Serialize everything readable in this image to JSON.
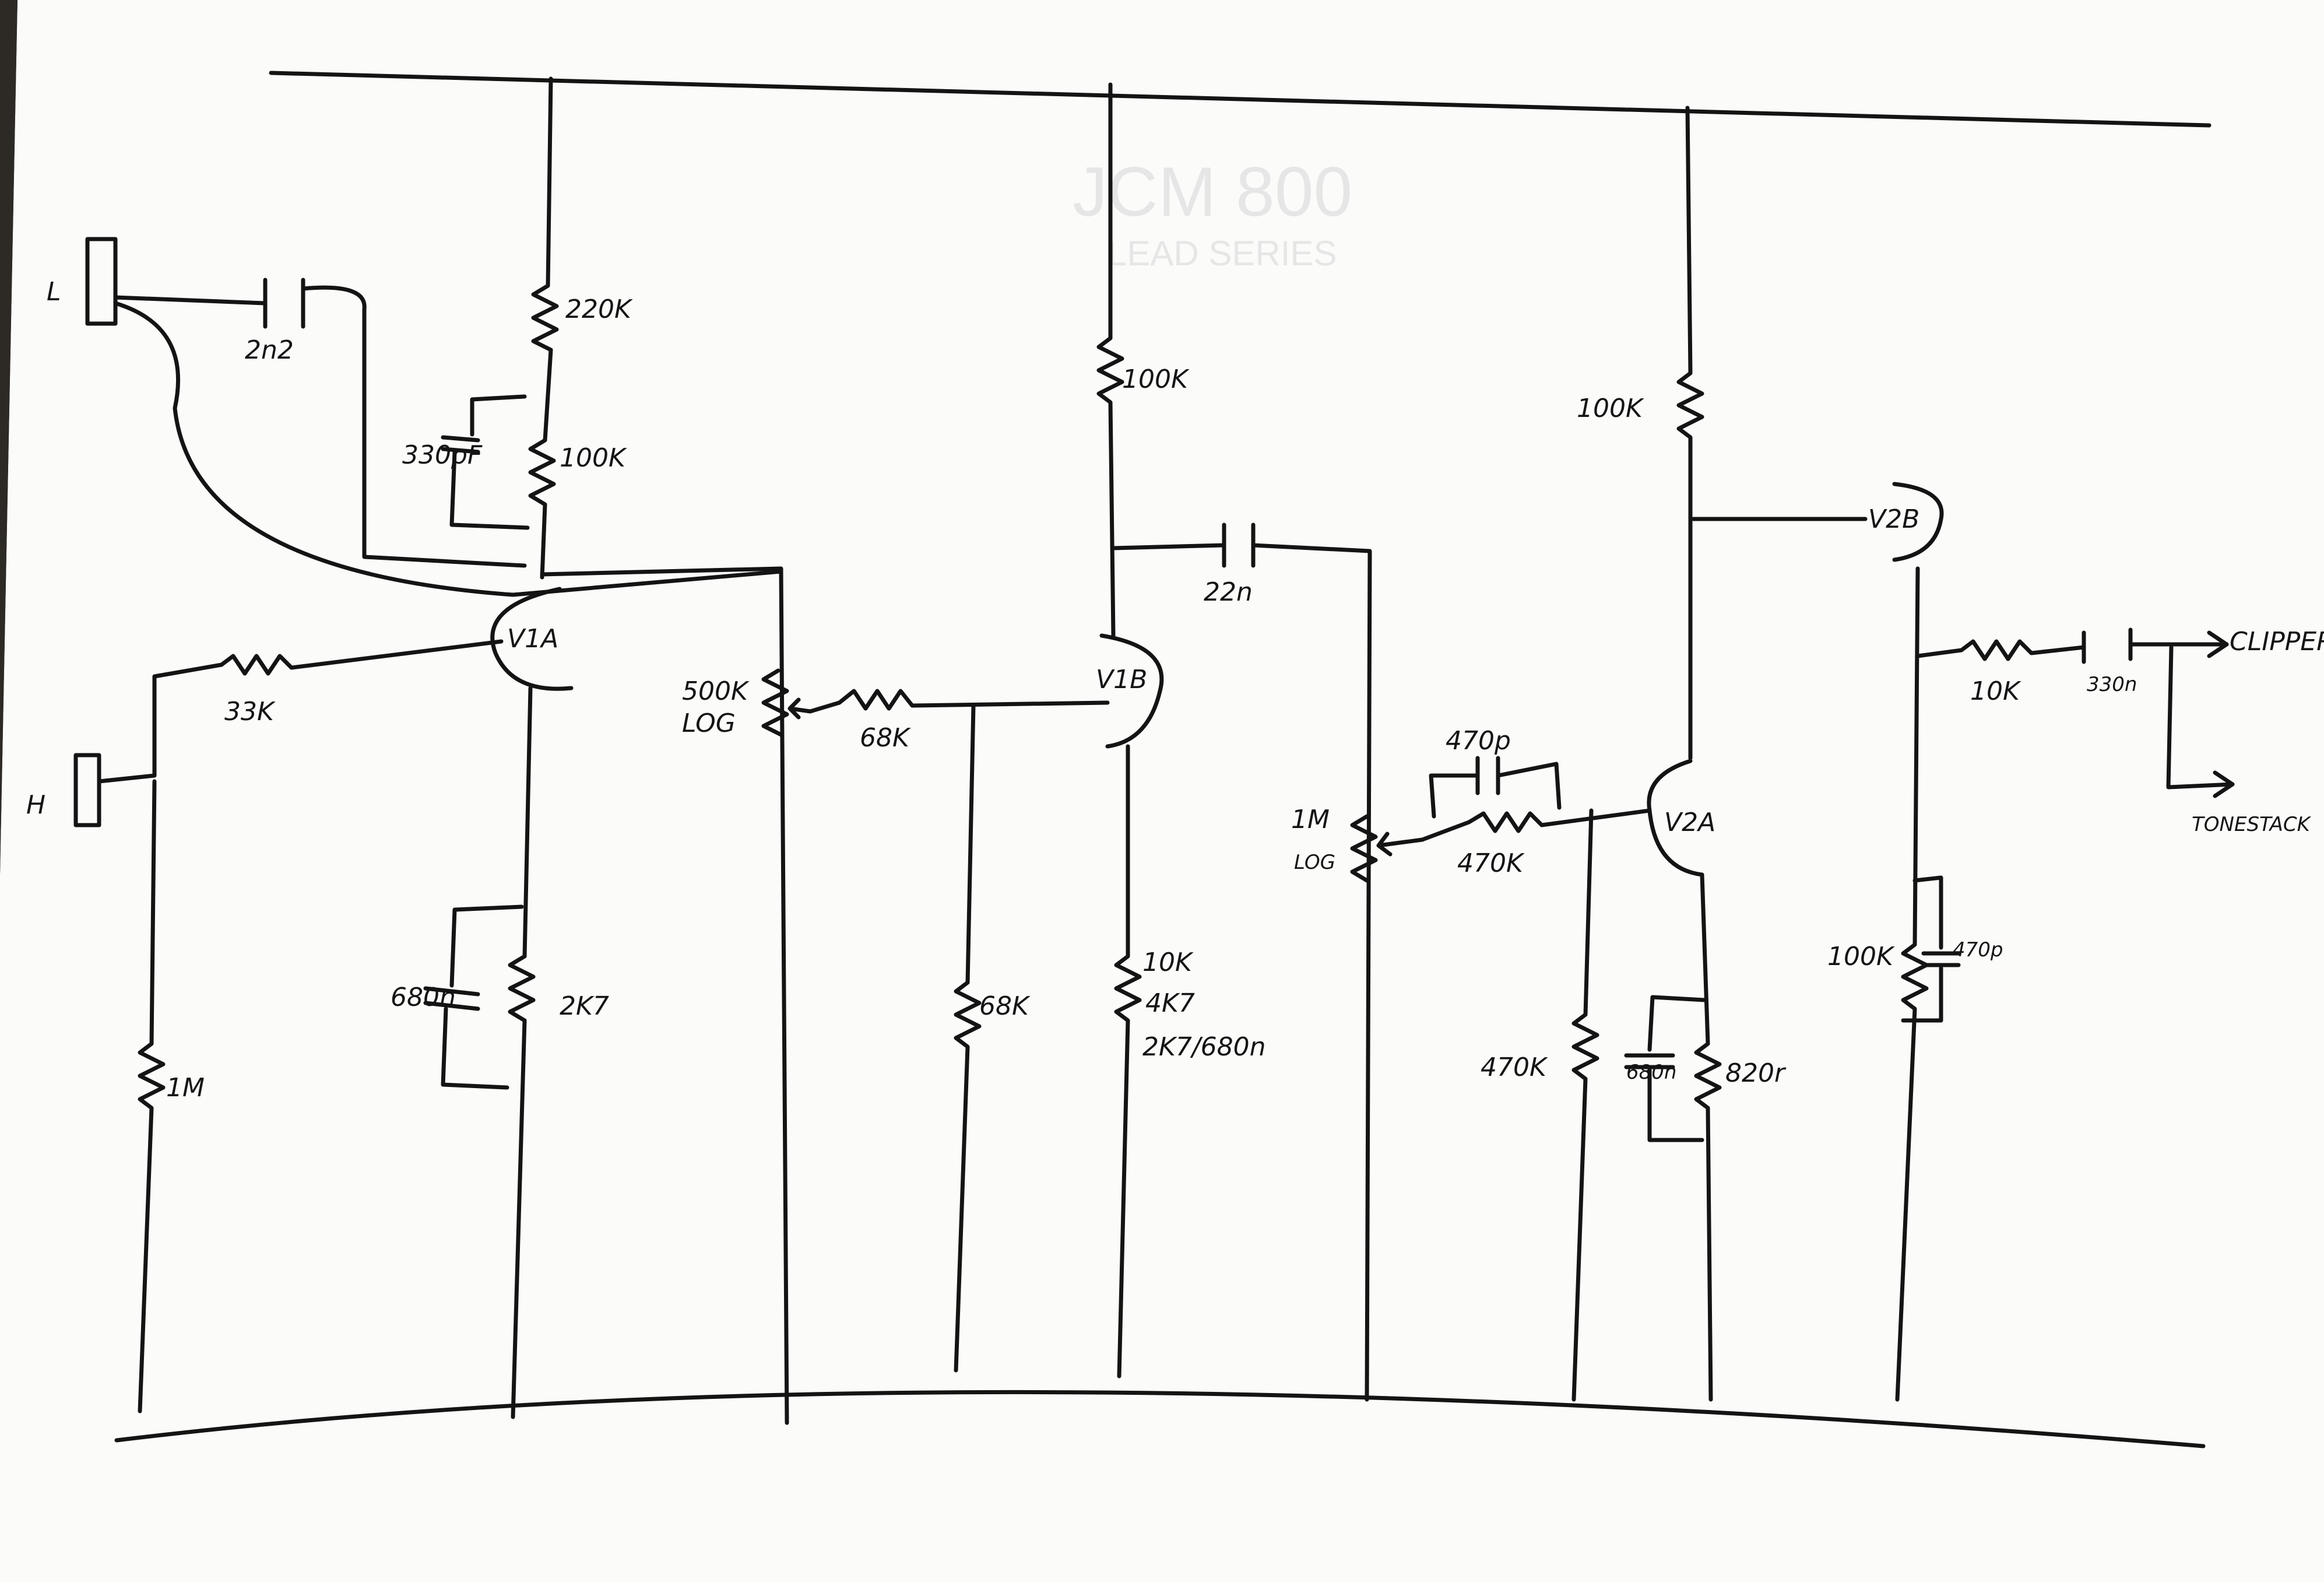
{
  "background_print": {
    "title": "JCM 800",
    "subtitle": "LEAD SERIES"
  },
  "inputs": {
    "low": "L",
    "high": "H"
  },
  "stage1": {
    "tube": "V1A",
    "plate_upper": "220K",
    "plate_lower": "100K",
    "bright_cap": "330pF",
    "input_cap": "2n2",
    "grid_stopper": "33K",
    "grid_leak": "1M",
    "cathode_res": "2K7",
    "cathode_cap": "680n"
  },
  "stage2": {
    "gain_pot": "500K",
    "gain_pot_taper": "LOG",
    "grid_res": "68K",
    "grid_leak": "68K",
    "tube": "V1B",
    "plate_res": "100K",
    "coupling_cap": "22n",
    "cathode_line1": "10K",
    "cathode_line2": "4K7",
    "cathode_line3": "2K7/680n"
  },
  "stage3": {
    "master_pot": "1M",
    "master_pot_taper": "LOG",
    "series_cap": "470p",
    "series_res": "470K",
    "grid_leak": "470K",
    "tube": "V2A",
    "plate_res": "100K",
    "cathode_cap": "680n",
    "cathode_res": "820r"
  },
  "stage4": {
    "tube": "V2B",
    "out_res": "10K",
    "out_cap": "330n",
    "clippers": "CLIPPERS",
    "tonestack": "TONESTACK",
    "cathode_res": "100K",
    "cathode_cap": "470p"
  }
}
